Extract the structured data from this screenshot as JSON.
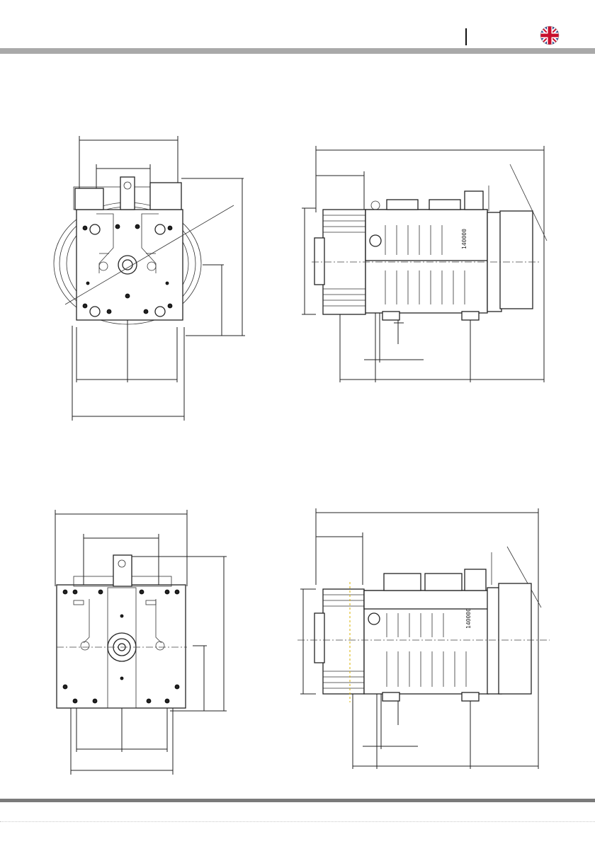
{
  "header": {
    "language_flag": "uk-flag-icon",
    "bar_color": "#a9a9a9"
  },
  "footer": {
    "bar_color": "#7a7a7a"
  },
  "drawings": [
    {
      "view": "front-view-top",
      "icon": "motor-front-outline"
    },
    {
      "view": "side-view-top",
      "icon": "motor-side-outline"
    },
    {
      "view": "front-view-bottom",
      "icon": "motor-front-outline"
    },
    {
      "view": "side-view-bottom",
      "icon": "motor-side-outline"
    }
  ],
  "nameplate_text": {
    "top": "140000",
    "bottom": "140000"
  }
}
